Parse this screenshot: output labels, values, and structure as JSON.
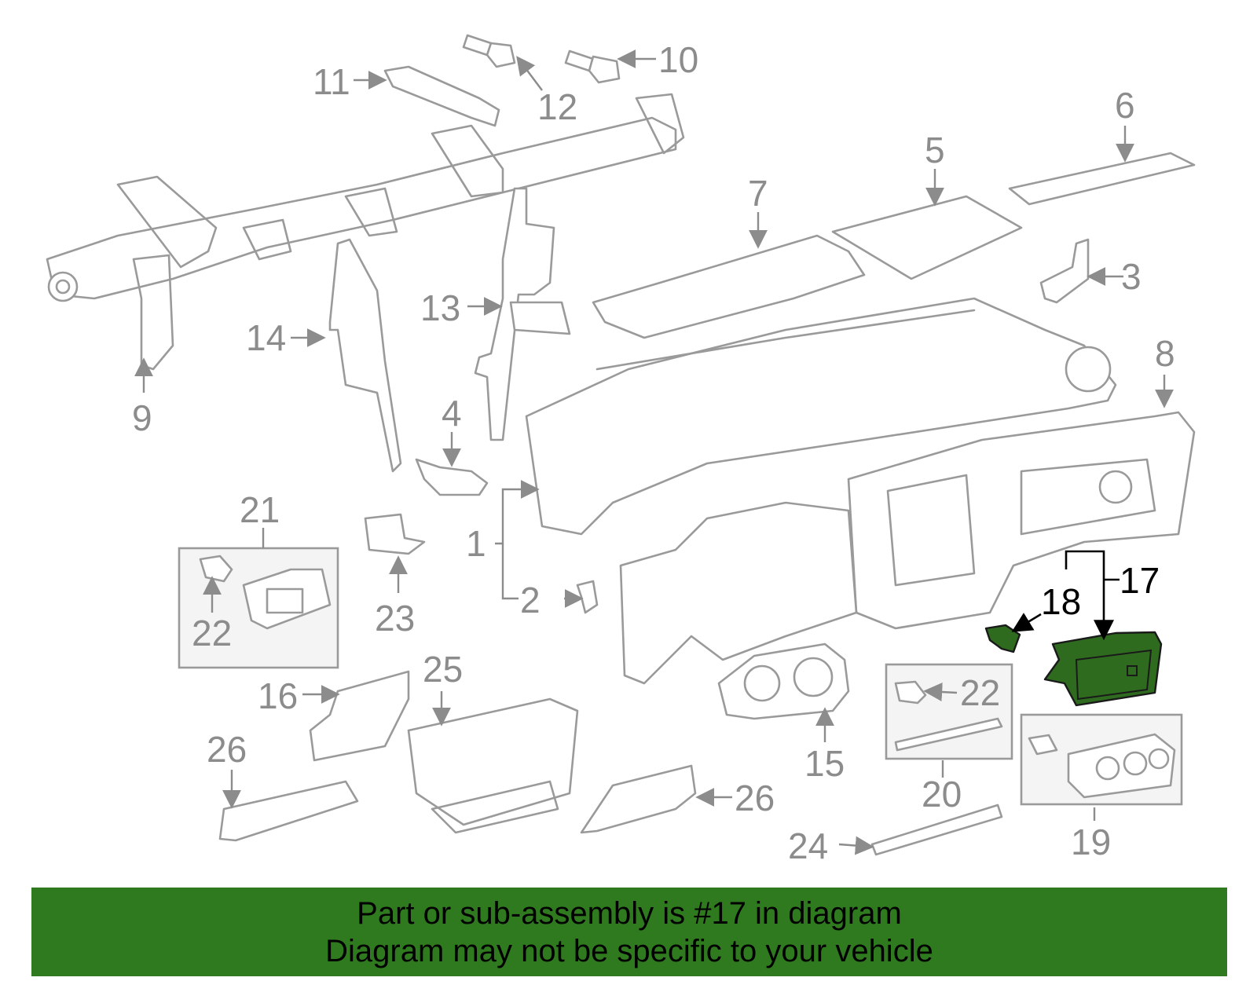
{
  "callouts": {
    "c1": "1",
    "c2": "2",
    "c3": "3",
    "c4": "4",
    "c5": "5",
    "c6": "6",
    "c7": "7",
    "c8": "8",
    "c9": "9",
    "c10": "10",
    "c11": "11",
    "c12": "12",
    "c13": "13",
    "c14": "14",
    "c15": "15",
    "c16": "16",
    "c17": "17",
    "c18": "18",
    "c19": "19",
    "c20": "20",
    "c21": "21",
    "c22a": "22",
    "c22b": "22",
    "c23": "23",
    "c24": "24",
    "c25": "25",
    "c26a": "26",
    "c26b": "26"
  },
  "highlighted_part": "17",
  "banner": {
    "line1": "Part or sub-assembly is #17 in diagram",
    "line2": "Diagram may not be specific to your vehicle"
  },
  "colors": {
    "highlight": "#2e6b1f",
    "banner": "#2f7a1f",
    "part_outline": "#9a9a9a"
  }
}
